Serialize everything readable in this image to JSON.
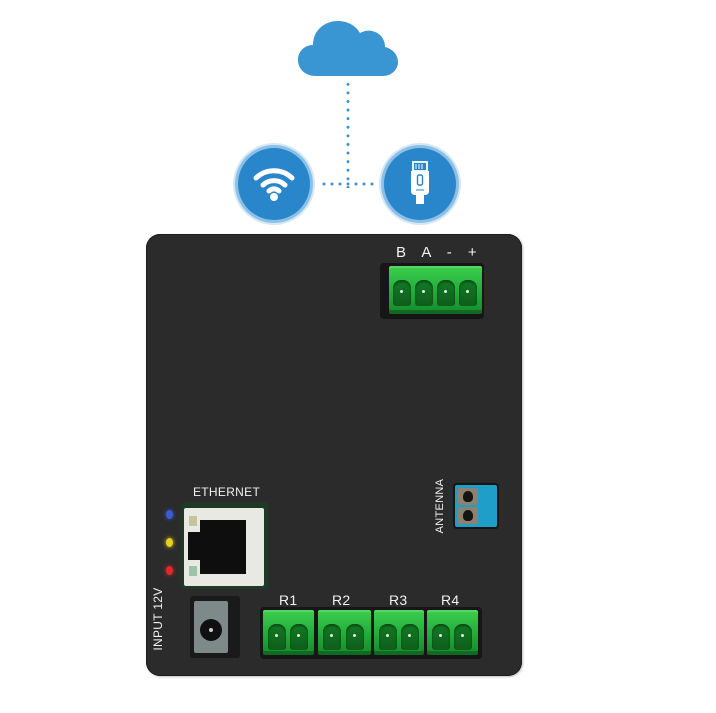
{
  "diagram": {
    "cloud": {
      "icon": "cloud-icon",
      "color": "#3a96d2"
    },
    "connections": {
      "style": "dotted",
      "color": "#3a8fcc"
    },
    "wifi": {
      "icon": "wifi-icon",
      "color": "#2a86cb"
    },
    "ethernet_cable": {
      "icon": "ethernet-plug-icon",
      "color": "#2a86cb"
    }
  },
  "device": {
    "body_color": "#2b2b2b",
    "rs485": {
      "labels": "B A - +",
      "terminals": 4
    },
    "ethernet": {
      "label": "ETHERNET"
    },
    "leds": [
      {
        "name": "blue",
        "color": "#3b5bd6"
      },
      {
        "name": "yellow",
        "color": "#e5d21c"
      },
      {
        "name": "red",
        "color": "#e2262c"
      }
    ],
    "power": {
      "label": "INPUT 12V"
    },
    "antenna": {
      "label": "ANTENNA",
      "color": "#1e9ec8"
    },
    "relays": [
      {
        "label": "R1"
      },
      {
        "label": "R2"
      },
      {
        "label": "R3"
      },
      {
        "label": "R4"
      }
    ],
    "terminal_color": "#2bbf45"
  }
}
